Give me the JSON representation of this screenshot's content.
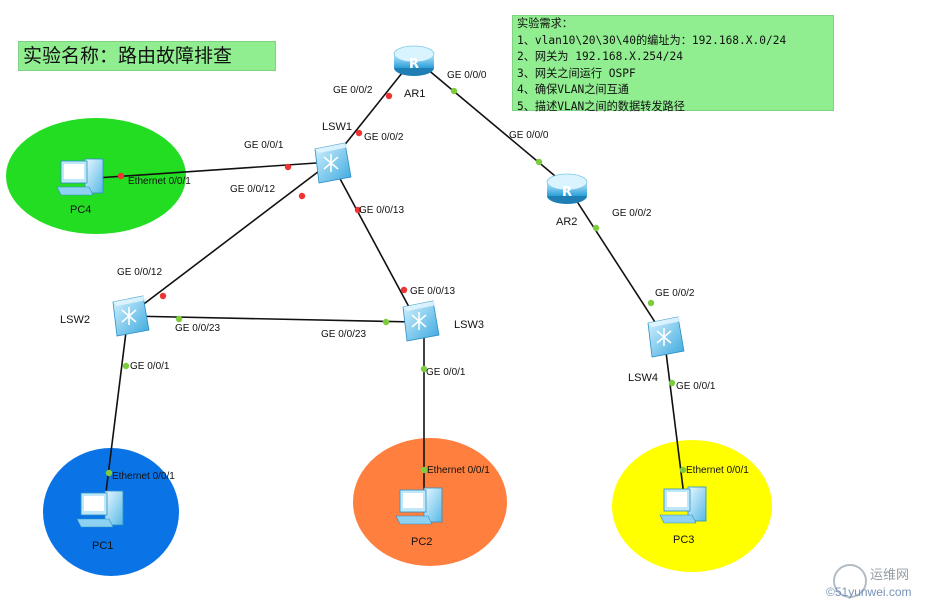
{
  "title": "实验名称：路由故障排查",
  "requirements": {
    "heading": "实验需求：",
    "items": [
      "1、vlan10\\20\\30\\40的编址为：192.168.X.0/24",
      "2、网关为 192.168.X.254/24",
      "3、网关之间运行 OSPF",
      "4、确保VLAN之间互通",
      "5、描述VLAN之间的数据转发路径"
    ]
  },
  "devices": {
    "ar1": "AR1",
    "ar2": "AR2",
    "lsw1": "LSW1",
    "lsw2": "LSW2",
    "lsw3": "LSW3",
    "lsw4": "LSW4",
    "pc1": "PC1",
    "pc2": "PC2",
    "pc3": "PC3",
    "pc4": "PC4"
  },
  "ports": {
    "ar1_ge002": "GE 0/0/2",
    "ar1_ge000": "GE 0/0/0",
    "ar2_ge000": "GE 0/0/0",
    "ar2_ge002": "GE 0/0/2",
    "lsw1_ge002": "GE 0/0/2",
    "lsw1_ge001": "GE 0/0/1",
    "lsw1_ge0012": "GE 0/0/12",
    "lsw1_ge0013": "GE 0/0/13",
    "lsw2_ge0012": "GE 0/0/12",
    "lsw2_ge0023": "GE 0/0/23",
    "lsw2_ge001": "GE 0/0/1",
    "lsw3_ge0023": "GE 0/0/23",
    "lsw3_ge0013": "GE 0/0/13",
    "lsw3_ge001": "GE 0/0/1",
    "lsw4_ge002": "GE 0/0/2",
    "lsw4_ge001": "GE 0/0/1",
    "pc4_eth": "Ethernet 0/0/1",
    "pc1_eth": "Ethernet 0/0/1",
    "pc2_eth": "Ethernet 0/0/1",
    "pc3_eth": "Ethernet 0/0/1"
  },
  "zones": {
    "pc4": "#22dd22",
    "pc1": "#0a74e6",
    "pc2": "#ff7f3f",
    "pc3": "#ffff00"
  },
  "link_status_colors": {
    "up": "#7ccd3e",
    "down": "#ee3333"
  },
  "watermark": {
    "line1": "运维网",
    "line2": "©51yunwei.com"
  }
}
